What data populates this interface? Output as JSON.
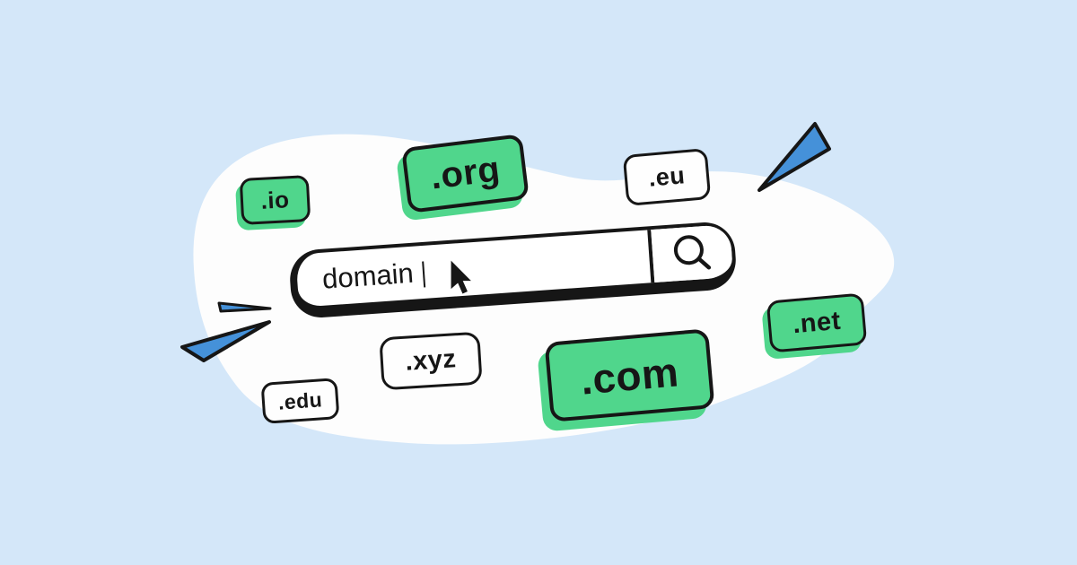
{
  "scene": {
    "background_color": "#d4e7f9",
    "blob_color": "#fdfdfd",
    "outline_color": "#161616",
    "accent_green": "#50d68c",
    "accent_blue": "#4591d9"
  },
  "search_bar": {
    "value": "domain",
    "cursor": "|",
    "icon": "magnifier"
  },
  "tags": [
    {
      "label": ".io",
      "style": "green"
    },
    {
      "label": ".org",
      "style": "green"
    },
    {
      "label": ".eu",
      "style": "white"
    },
    {
      "label": ".net",
      "style": "green"
    },
    {
      "label": ".xyz",
      "style": "white"
    },
    {
      "label": ".edu",
      "style": "white"
    },
    {
      "label": ".com",
      "style": "green"
    }
  ],
  "decorations": {
    "pointer": "mouse-cursor",
    "sparks": [
      "top-right-spark",
      "left-small-spark",
      "left-big-spark"
    ]
  }
}
